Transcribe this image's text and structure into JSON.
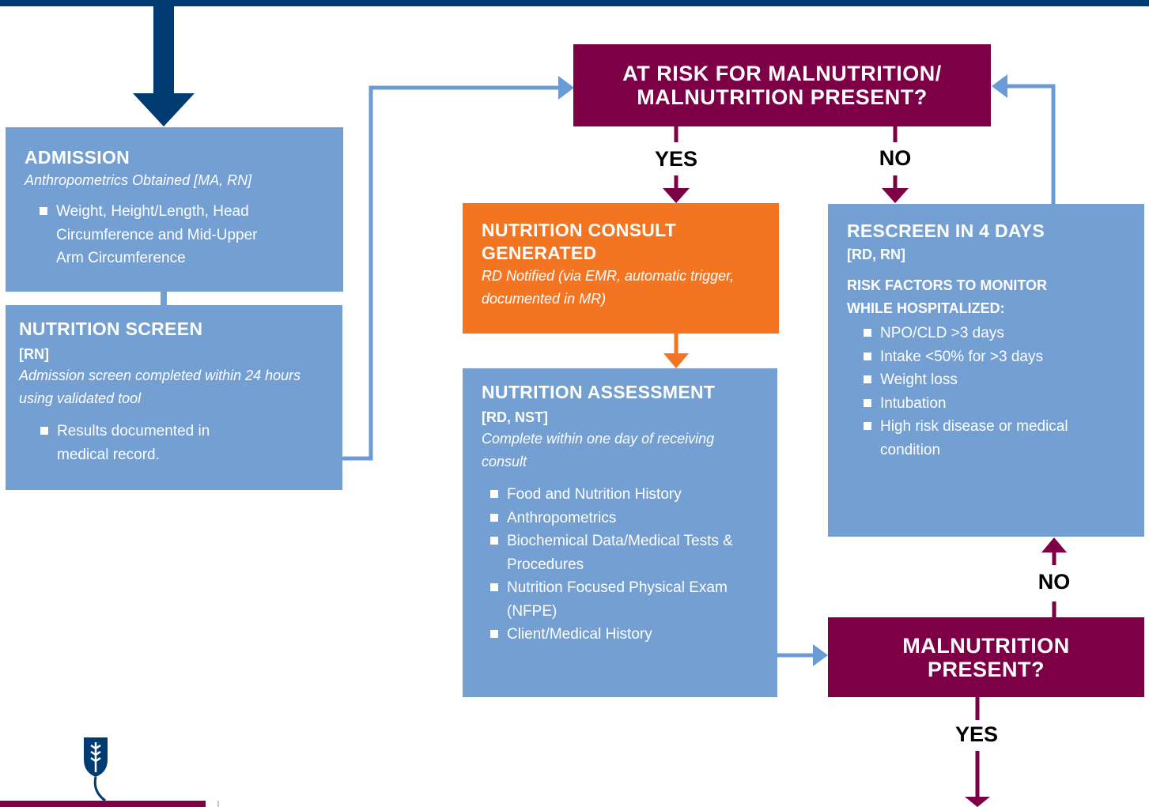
{
  "admission": {
    "title": "ADMISSION",
    "subtitle": "Anthropometrics Obtained [MA, RN]",
    "items": [
      "Weight, Height/Length, Head Circumference and Mid-Upper Arm Circumference"
    ]
  },
  "screen": {
    "title": "NUTRITION SCREEN",
    "roles": "[RN]",
    "subtitle": "Admission screen completed within 24 hours using validated tool",
    "items": [
      "Results documented in medical record."
    ]
  },
  "risk_question": {
    "line1": "AT RISK FOR MALNUTRITION/",
    "line2": "MALNUTRITION PRESENT?"
  },
  "consult": {
    "title": "NUTRITION CONSULT GENERATED",
    "subtitle": "RD Notified (via EMR, automatic trigger, documented in MR)"
  },
  "assessment": {
    "title": "NUTRITION ASSESSMENT",
    "roles": "[RD, NST]",
    "subtitle": "Complete within one day of receiving consult",
    "items": [
      "Food and Nutrition History",
      "Anthropometrics",
      "Biochemical Data/Medical Tests & Procedures",
      "Nutrition Focused Physical Exam (NFPE)",
      "Client/Medical History"
    ]
  },
  "rescreen": {
    "title": "RESCREEN IN 4 DAYS",
    "roles": "[RD, RN]",
    "monitor_heading": "RISK FACTORS TO MONITOR WHILE HOSPITALIZED:",
    "items": [
      "NPO/CLD  >3 days",
      "Intake <50% for >3 days",
      "Weight loss",
      "Intubation",
      "High risk disease or medical condition"
    ]
  },
  "malnutrition_question": {
    "line1": "MALNUTRITION",
    "line2": "PRESENT?"
  },
  "labels": {
    "yes1": "YES",
    "no1": "NO",
    "no2": "NO",
    "yes2": "YES"
  },
  "colors": {
    "navy": "#003b71",
    "blue_box": "#739fd2",
    "light_line": "#6b9bd6",
    "orange": "#f47521",
    "plum": "#7d0046"
  }
}
